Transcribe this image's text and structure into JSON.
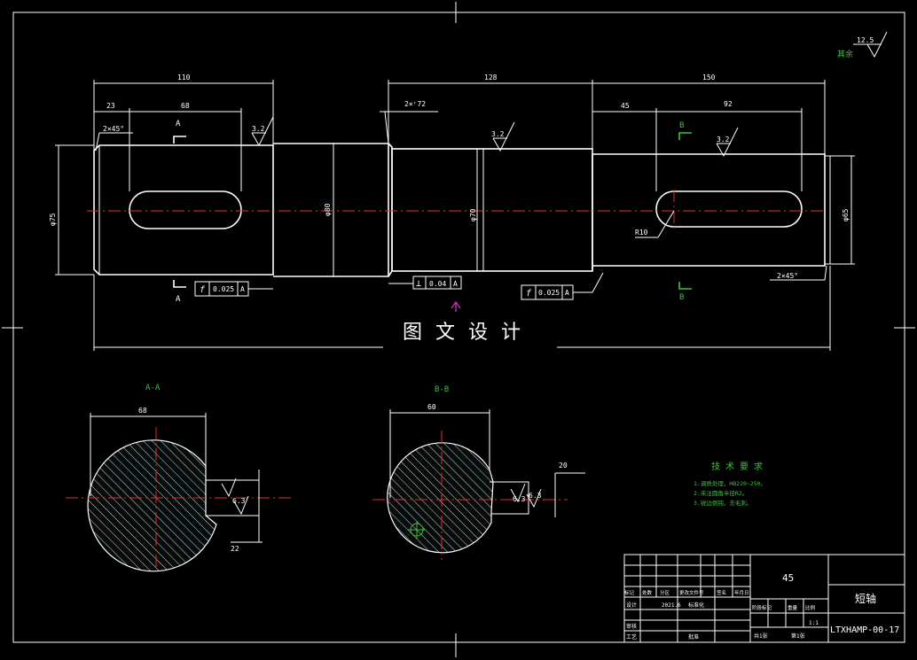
{
  "colors": {
    "background": "#000000",
    "line": "#ffffff",
    "centerline": "#e0302a",
    "notes": "#3ec03e",
    "marker": "#cc33cc",
    "section_fill": "#aee8ea"
  },
  "top_view": {
    "dims": {
      "d110": "110",
      "d23": "23",
      "d68": "68",
      "d128": "128",
      "d150": "150",
      "d45": "45",
      "d92": "92",
      "chamfer_2x72": "2×ʳ72",
      "chamfer_l": "2×45°",
      "chamfer_r": "2×45°",
      "dia_left": "φ75",
      "dia_mid": "φ80",
      "dia_center": "φ70",
      "dia_right": "φ65",
      "r10": "R10"
    },
    "section_labels": {
      "a_top": "A",
      "a_bottom": "A",
      "b_top": "B",
      "b_bottom": "B"
    },
    "roughness": {
      "r1": "3.2",
      "r2": "3.2",
      "r3": "3.2",
      "other_value": "12.5",
      "other_label": "其余"
    },
    "tolerance": {
      "f1": {
        "sym": "f",
        "val": "0.025",
        "ref": "A"
      },
      "perp": {
        "sym": "⊥",
        "val": "0.04",
        "ref": "A"
      },
      "f2": {
        "sym": "f",
        "val": "0.025",
        "ref": "A"
      }
    },
    "watermark": "图 文 设 计"
  },
  "sections": {
    "aa": {
      "title": "A-A",
      "w_dim": "68",
      "h_dim": "22",
      "rough": "6.3"
    },
    "bb": {
      "title": "B-B",
      "w_dim": "60",
      "h_dim": "20",
      "rough1": "6.3",
      "rough2": "6.3"
    }
  },
  "tech": {
    "title": "技 术 要 求",
    "lines": [
      "1.调质处理，HB220~250。",
      "2.未注圆角半径R2。",
      "3.锐边倒钝，去毛刺。"
    ]
  },
  "title_block": {
    "material": "45",
    "part_name": "短轴",
    "drawing_no": "LTXHAMP-00-17",
    "scale": "1:1",
    "date": "2021.6",
    "row_labels": [
      "标记",
      "处数",
      "分区",
      "更改文件号",
      "签名",
      "年月日"
    ],
    "design": "设计",
    "check": "审核",
    "process": "工艺",
    "approve": "批准",
    "stage": "阶段标记",
    "weight": "重量",
    "ratio": "比例",
    "sheet_total": "共1张",
    "sheet_no": "第1张",
    "standard": "标准化"
  }
}
